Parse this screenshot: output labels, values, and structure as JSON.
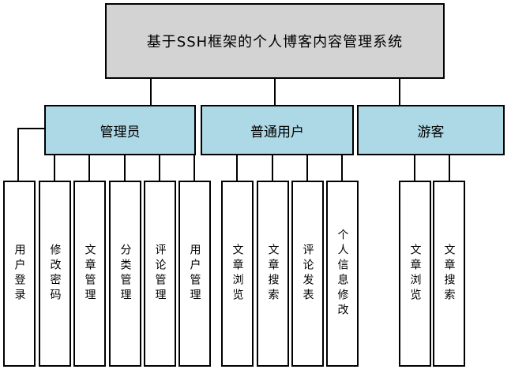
{
  "diagram": {
    "title": "基于SSH框架的个人博客内容管理系统",
    "colors": {
      "title_fill": "#d3d3d3",
      "role_fill": "#add8e6",
      "task_fill": "#ffffff",
      "border": "#000000",
      "connector": "#000000"
    },
    "roles": [
      {
        "label": "管理员",
        "tasks": [
          "用户登录",
          "修改密码",
          "文章管理",
          "分类管理",
          "评论管理",
          "用户管理"
        ]
      },
      {
        "label": "普通用户",
        "tasks": [
          "文章浏览",
          "文章搜索",
          "评论发表",
          "个人信息修改"
        ]
      },
      {
        "label": "游客",
        "tasks": [
          "文章浏览",
          "文章搜索"
        ]
      }
    ]
  }
}
